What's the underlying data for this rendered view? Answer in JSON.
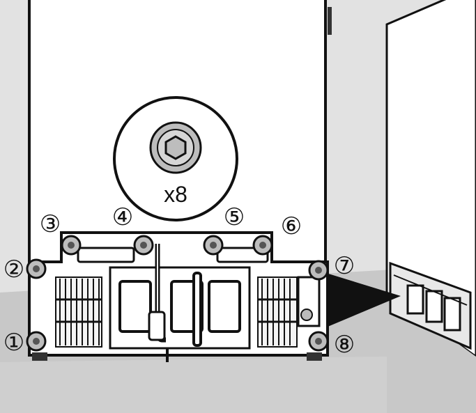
{
  "callout": {
    "quantity_label": "x8",
    "icon": "hex-socket-screw-icon"
  },
  "screw_labels": [
    "①",
    "②",
    "③",
    "④",
    "⑤",
    "⑥",
    "⑦",
    "⑧"
  ],
  "colors": {
    "floor": "#c8c8c8",
    "wall": "#e6e6e6",
    "line": "#111111",
    "screw_fill": "#bdbdbd",
    "panel_fill": "#ffffff"
  }
}
